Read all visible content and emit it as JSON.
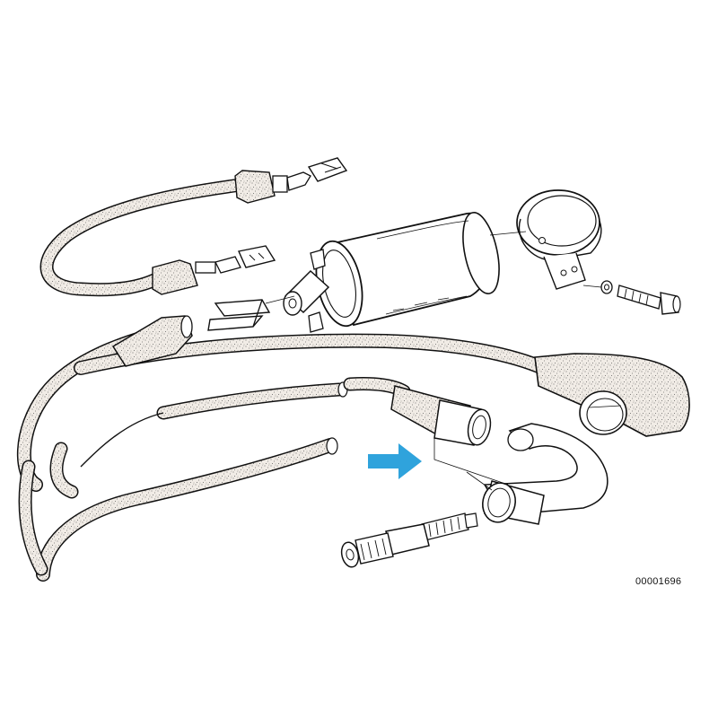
{
  "diagram": {
    "part_number": "00001696",
    "colors": {
      "line": "#111111",
      "cable_fill": "#f1ece6",
      "speckle": "#5a5a5a",
      "arrow": "#2fa3dc",
      "background": "#ffffff"
    },
    "parts": [
      {
        "name": "ignition-coil"
      },
      {
        "name": "coil-mounting-bracket"
      },
      {
        "name": "hex-bolt"
      },
      {
        "name": "washer"
      },
      {
        "name": "retaining-clip"
      },
      {
        "name": "flat-connector-upper"
      },
      {
        "name": "flat-connector-lower"
      },
      {
        "name": "low-voltage-lead"
      },
      {
        "name": "ignition-lead-main"
      },
      {
        "name": "ignition-lead-middle"
      },
      {
        "name": "ignition-lead-lower"
      },
      {
        "name": "spark-plug-connector-angled"
      },
      {
        "name": "spark-plug-connector-straight"
      },
      {
        "name": "suppressor-sleeve"
      },
      {
        "name": "spark-plug"
      }
    ],
    "highlight": {
      "icon": "arrow-right-icon",
      "target": "suppressor-sleeve"
    }
  }
}
